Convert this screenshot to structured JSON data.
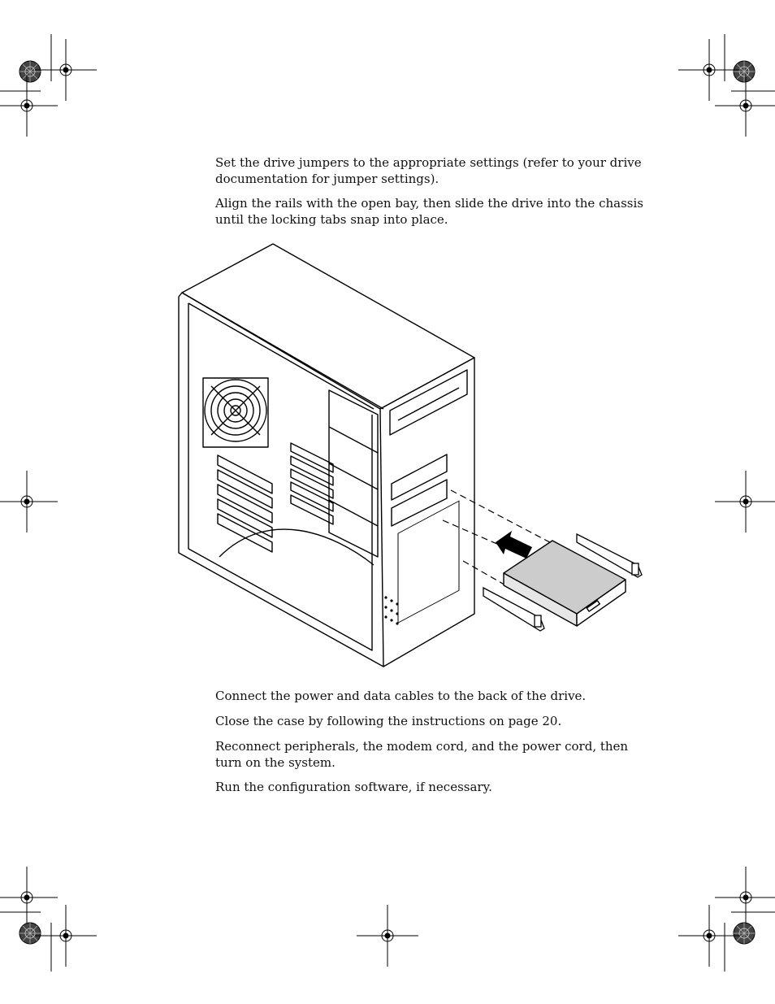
{
  "instructions": {
    "step_jumpers": "Set the drive jumpers to the appropriate settings (refer to your drive documentation for jumper settings).",
    "step_align": "Align the rails with the open bay, then slide the drive into the chassis until the locking tabs snap into place.",
    "step_connect": "Connect the power and data cables to the back of the drive.",
    "step_close": "Close the case by following the instructions on page 20.",
    "step_reconnect": "Reconnect peripherals, the modem cord, and the power cord, then turn on the system.",
    "step_run": "Run the configuration software, if necessary."
  },
  "illustration": {
    "subject": "tower-case-with-drive-and-rails",
    "icons": [
      "registration-mark-icon",
      "color-target-icon",
      "insert-arrow-icon"
    ]
  },
  "colors": {
    "text": "#111111",
    "line_art": "#000000",
    "drive_fill": "#cccccc",
    "paper": "#ffffff"
  }
}
